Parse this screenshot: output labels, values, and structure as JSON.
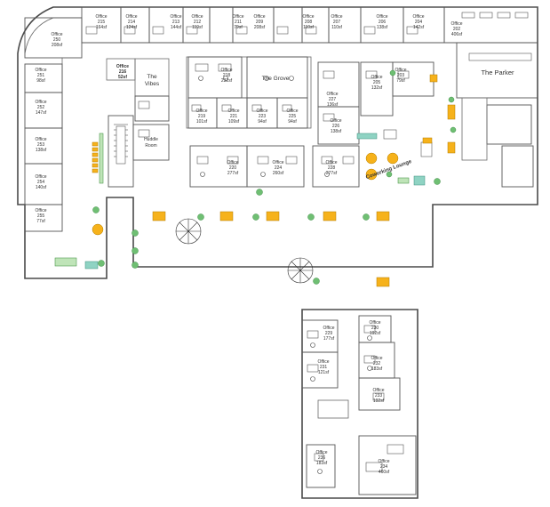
{
  "rooms": {
    "office_215": {
      "name": "Office",
      "num": "215",
      "area": "164sf"
    },
    "office_214": {
      "name": "Office",
      "num": "214",
      "area": "124sf"
    },
    "office_213": {
      "name": "Office",
      "num": "213",
      "area": "144sf"
    },
    "office_212": {
      "name": "Office",
      "num": "212",
      "area": "119sf"
    },
    "office_211": {
      "name": "Office",
      "num": "211",
      "area": "79sf"
    },
    "office_209": {
      "name": "Office",
      "num": "209",
      "area": "208sf"
    },
    "office_208": {
      "name": "Office",
      "num": "208",
      "area": "110sf"
    },
    "office_207": {
      "name": "Office",
      "num": "207",
      "area": "110sf"
    },
    "office_206": {
      "name": "Office",
      "num": "206",
      "area": "138sf"
    },
    "office_204": {
      "name": "Office",
      "num": "204",
      "area": "142sf"
    },
    "office_202": {
      "name": "Office",
      "num": "202",
      "area": "406sf"
    },
    "office_250": {
      "name": "Office",
      "num": "250",
      "area": "208sf"
    },
    "office_251": {
      "name": "Office",
      "num": "251",
      "area": "98sf"
    },
    "office_252": {
      "name": "Office",
      "num": "252",
      "area": "147sf"
    },
    "office_253": {
      "name": "Office",
      "num": "253",
      "area": "138sf"
    },
    "office_254w": {
      "name": "Office",
      "num": "254",
      "area": "140sf"
    },
    "office_255": {
      "name": "Office",
      "num": "255",
      "area": "77sf"
    },
    "office_216": {
      "name": "Office",
      "num": "216",
      "area": "52sf"
    },
    "office_218": {
      "name": "Office",
      "num": "218",
      "area": "232sf"
    },
    "office_219": {
      "name": "Office",
      "num": "219",
      "area": "101sf"
    },
    "office_221": {
      "name": "Office",
      "num": "221",
      "area": "109sf"
    },
    "office_223": {
      "name": "Office",
      "num": "223",
      "area": "94sf"
    },
    "office_225": {
      "name": "Office",
      "num": "225",
      "area": "94sf"
    },
    "office_227": {
      "name": "Office",
      "num": "227",
      "area": "136sf"
    },
    "office_226": {
      "name": "Office",
      "num": "226",
      "area": "138sf"
    },
    "office_205": {
      "name": "Office",
      "num": "205",
      "area": "132sf"
    },
    "office_203": {
      "name": "Office",
      "num": "203",
      "area": "79sf"
    },
    "office_220": {
      "name": "Office",
      "num": "220",
      "area": "277sf"
    },
    "office_224": {
      "name": "Office",
      "num": "224",
      "area": "260sf"
    },
    "office_228": {
      "name": "Office",
      "num": "228",
      "area": "277sf"
    },
    "office_229": {
      "name": "Office",
      "num": "229",
      "area": "177sf"
    },
    "office_230": {
      "name": "Office",
      "num": "230",
      "area": "192sf"
    },
    "office_231": {
      "name": "Office",
      "num": "231",
      "area": "121sf"
    },
    "office_232": {
      "name": "Office",
      "num": "232",
      "area": "183sf"
    },
    "office_233": {
      "name": "Office",
      "num": "233",
      "area": "192sf"
    },
    "office_234": {
      "name": "Office",
      "num": "234",
      "area": "460sf"
    },
    "office_236": {
      "name": "Office",
      "num": "236",
      "area": "183sf"
    }
  },
  "named_spaces": {
    "the_vibes": [
      "The",
      "Vibes"
    ],
    "huddle_room": [
      "Huddle",
      "Room"
    ],
    "the_grove": "The Grove",
    "the_parker": "The Parker",
    "coworking_lounge": "Coworking Lounge"
  }
}
